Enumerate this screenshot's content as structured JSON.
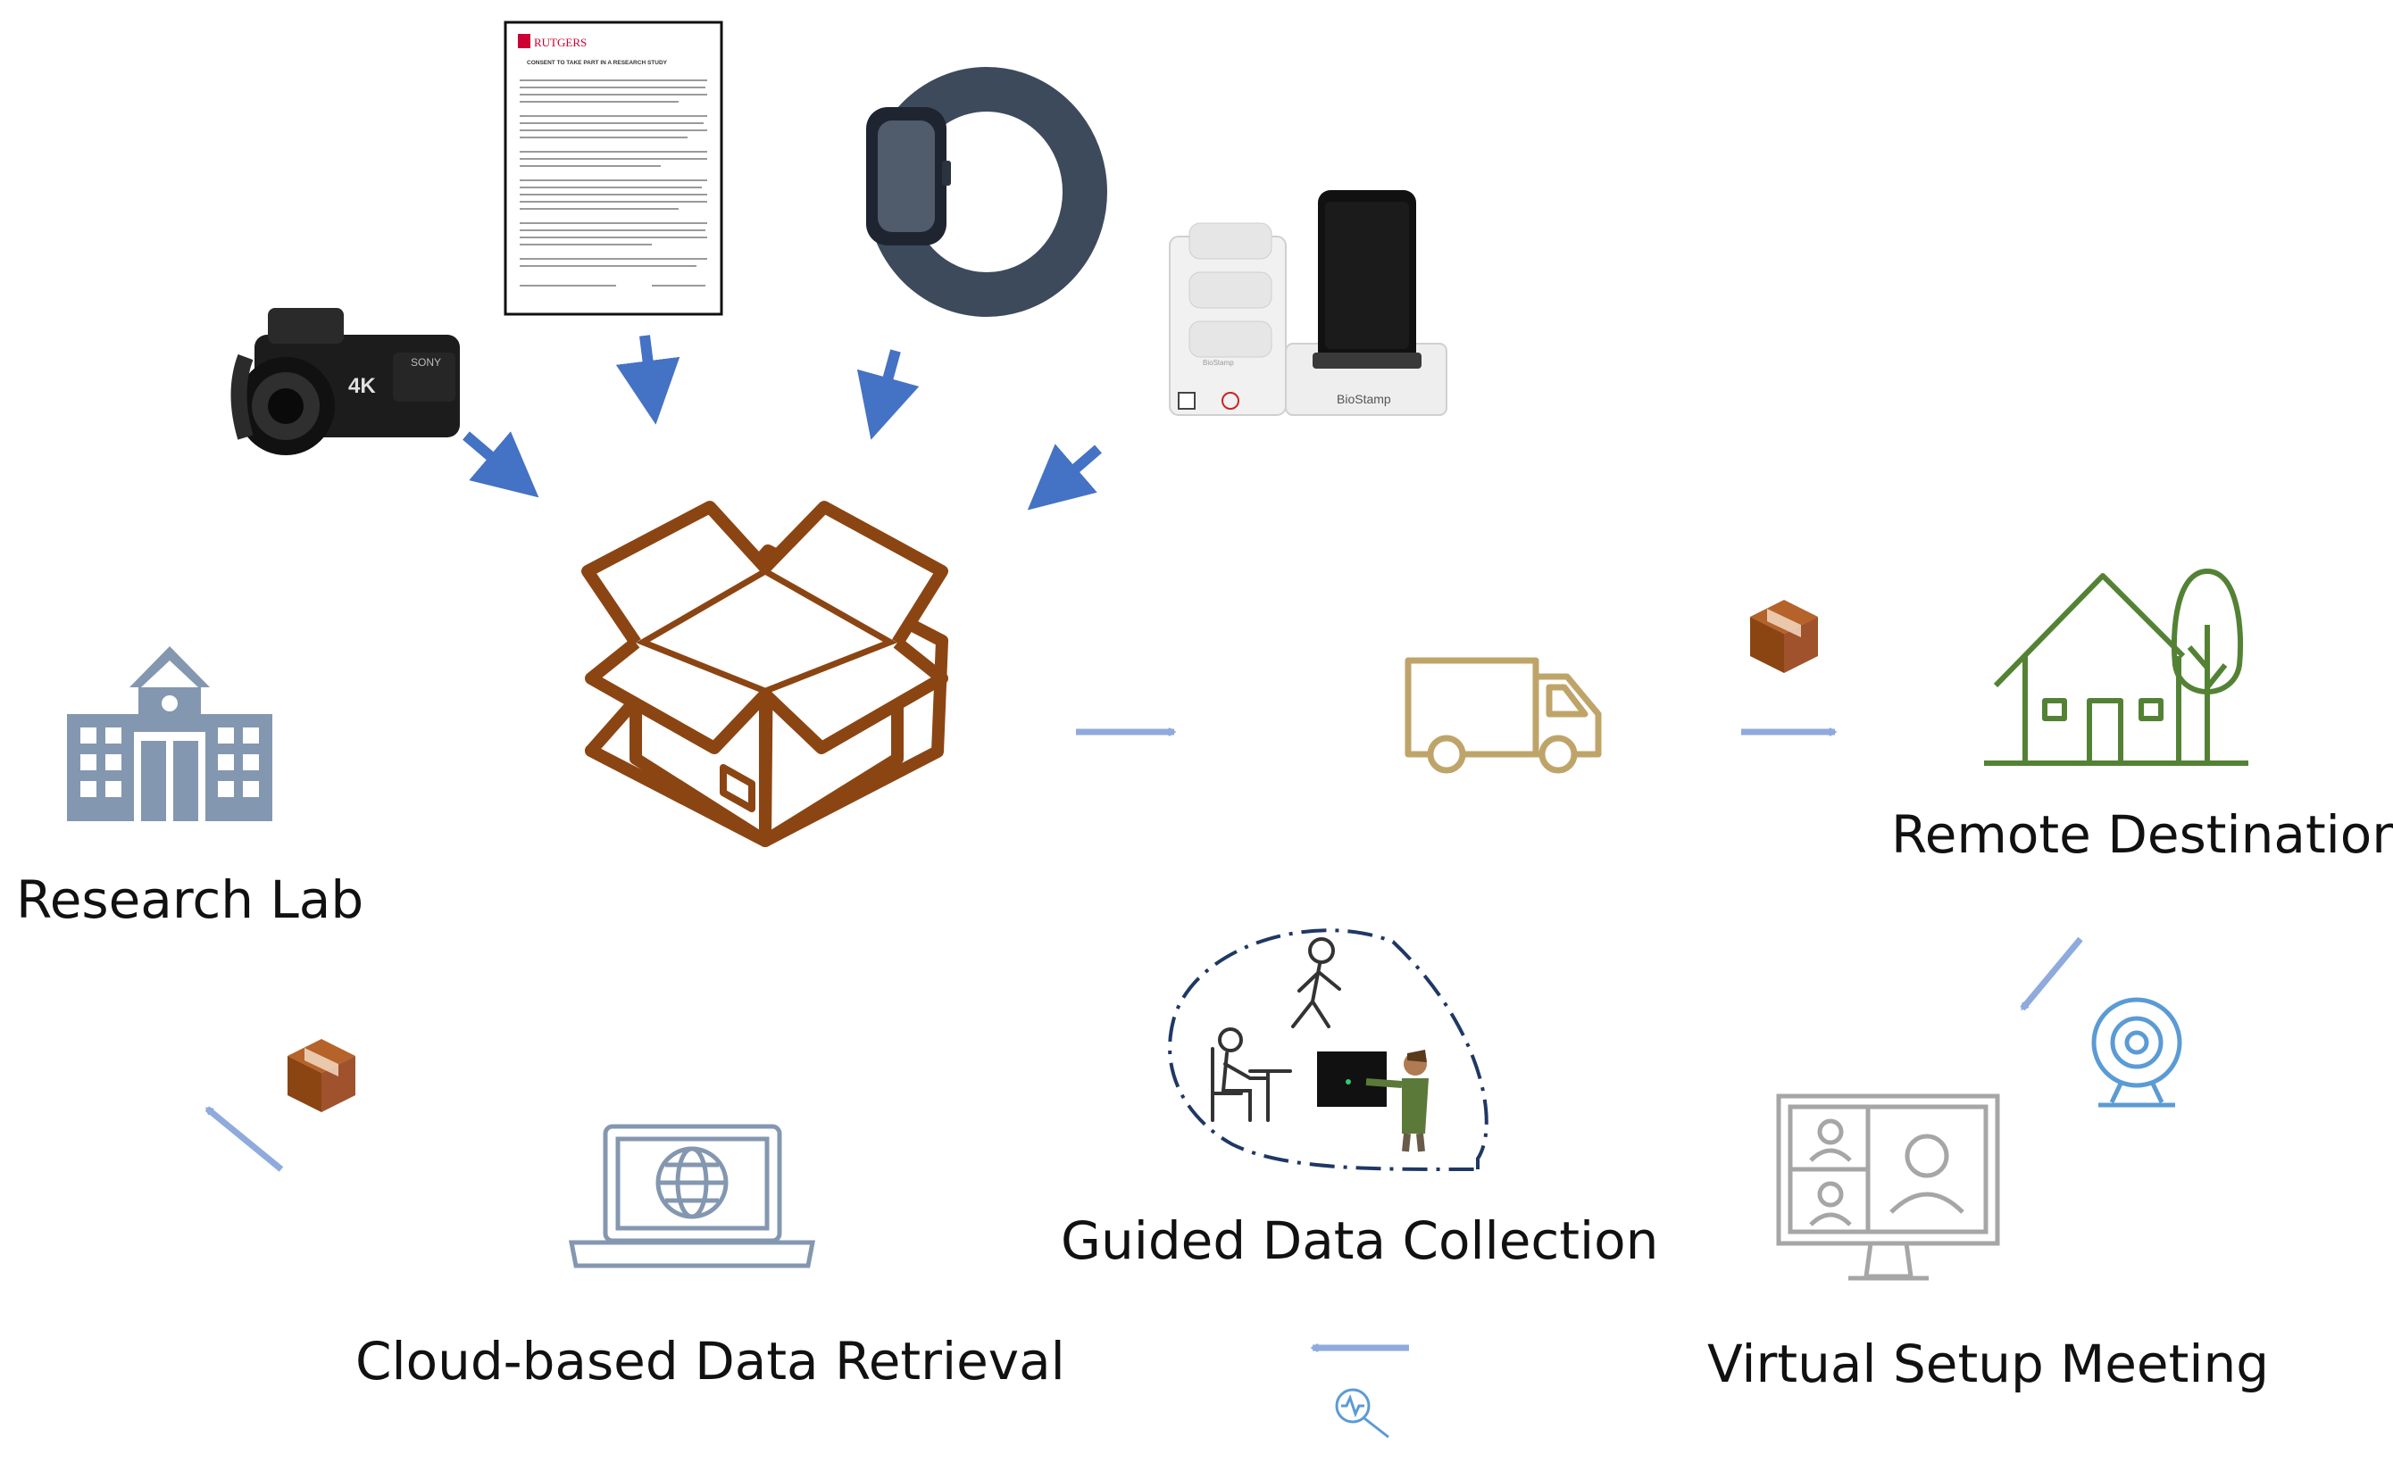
{
  "labels": {
    "research_lab": "Research Lab",
    "remote_destination": "Remote Destination",
    "guided_data_collection": "Guided Data Collection",
    "virtual_setup_meeting": "Virtual Setup Meeting",
    "cloud_data_retrieval": "Cloud-based Data Retrieval"
  },
  "items": {
    "camera_badge": "4K",
    "camera_brand": "SONY",
    "consent_header": "RUTGERS",
    "consent_title": "CONSENT TO TAKE PART IN A RESEARCH STUDY",
    "biostamp_brand": "BioStamp",
    "biostamp_sensor_label": "BioStamp"
  },
  "icons": [
    "video-camera",
    "consent-document",
    "smartwatch",
    "biostamp-kit",
    "open-box",
    "delivery-truck",
    "small-package",
    "house-with-tree",
    "school-building",
    "webcam",
    "video-conference-monitor",
    "laptop-globe",
    "data-search-icon",
    "walking-person",
    "seated-person",
    "pointing-person"
  ],
  "colors": {
    "arrow_dark_blue": "#4472C4",
    "arrow_light_blue": "#8FAADC",
    "box_brown": "#8B4513",
    "truck_tan": "#BFA46A",
    "house_green": "#548235",
    "building_gray_blue": "#8497B0",
    "monitor_gray": "#A6A6A6"
  }
}
